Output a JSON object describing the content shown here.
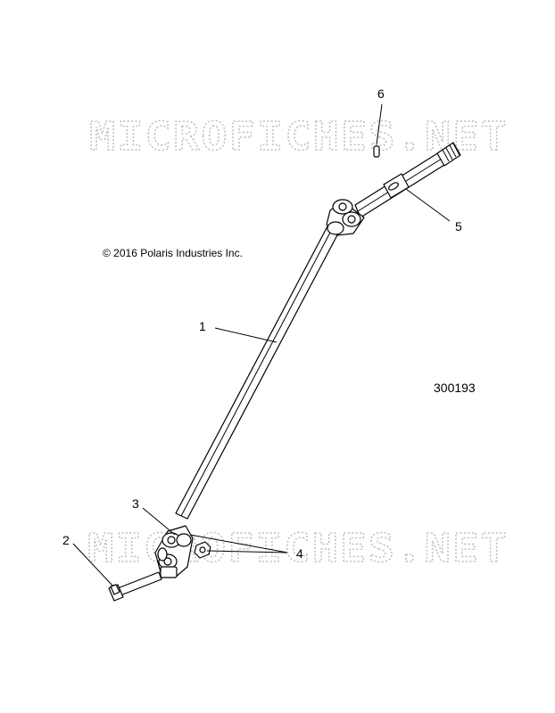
{
  "watermark": "MICROFICHES.NET",
  "copyright": "© 2016 Polaris Industries Inc.",
  "diagram_number": "300193",
  "callouts": [
    "1",
    "2",
    "3",
    "4",
    "5",
    "6"
  ]
}
